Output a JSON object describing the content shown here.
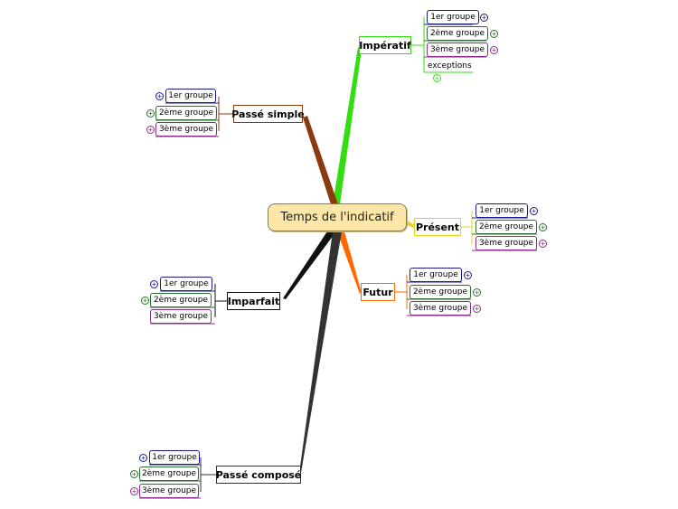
{
  "central": {
    "label": "Temps de l'indicatif"
  },
  "colors": {
    "green": "#2e6b2e",
    "blue": "#1a1a8c",
    "purple": "#8b2a8b",
    "imperatif": "#33dd11",
    "passe_simple": "#8b3a10",
    "present": "#e6d21a",
    "futur": "#ff6a00",
    "imparfait": "#111111",
    "passe_compose": "#333333"
  },
  "branches": {
    "imperatif": {
      "label": "Impératif",
      "children": [
        "1er groupe",
        "2ème groupe",
        "3ème groupe",
        "exceptions"
      ]
    },
    "passe_simple": {
      "label": "Passé simple",
      "children": [
        "1er groupe",
        "2ème groupe",
        "3ème groupe"
      ]
    },
    "present": {
      "label": "Présent",
      "children": [
        "1er groupe",
        "2ème groupe",
        "3ème groupe"
      ]
    },
    "futur": {
      "label": "Futur",
      "children": [
        "1er groupe",
        "2ème groupe",
        "3ème groupe"
      ]
    },
    "imparfait": {
      "label": "Imparfait",
      "children": [
        "1er groupe",
        "2ème groupe",
        "3ème groupe"
      ]
    },
    "passe_compose": {
      "label": "Passé composé",
      "children": [
        "1er groupe",
        "2ème groupe",
        "3ème groupe"
      ]
    }
  }
}
